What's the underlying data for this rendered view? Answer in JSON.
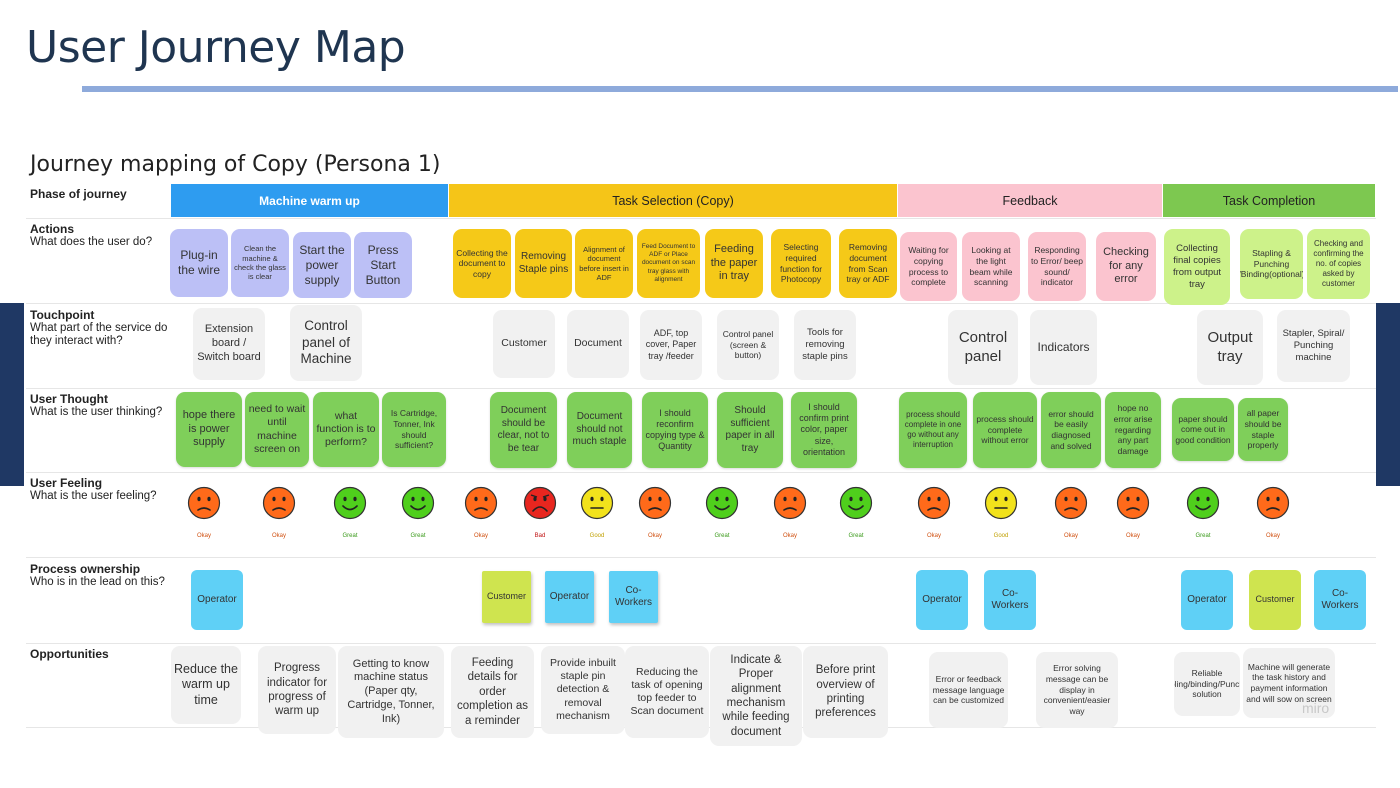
{
  "title": "User Journey Map",
  "subtitle": "Journey mapping of Copy (Persona 1)",
  "rows": {
    "phase": {
      "label": "Phase of journey"
    },
    "actions": {
      "label": "Actions",
      "question": "What does the user do?"
    },
    "touchpoint": {
      "label": "Touchpoint",
      "question": "What part of the service do they interact with?"
    },
    "thought": {
      "label": "User Thought",
      "question": "What is the user thinking?"
    },
    "feeling": {
      "label": "User Feeling",
      "question": "What is the user feeling?"
    },
    "ownership": {
      "label": "Process ownership",
      "question": "Who is in the lead on this?"
    },
    "opportunities": {
      "label": "Opportunities"
    }
  },
  "phases": [
    {
      "label": "Machine warm up",
      "color": "#2e9cf0"
    },
    {
      "label": "Task Selection (Copy)",
      "color": "#f5c518"
    },
    {
      "label": "Feedback",
      "color": "#fbc4cf"
    },
    {
      "label": "Task Completion",
      "color": "#7dc850"
    }
  ],
  "actions": [
    "Plug-in the wire",
    "Clean the machine & check the glass is clear",
    "Start the power supply",
    "Press Start Button",
    "Collecting the document to copy",
    "Removing Staple pins",
    "Alignment of document before insert in ADF",
    "Feed Document to ADF or Place document on scan tray glass with alignment",
    "Feeding the paper in tray",
    "Selecting required function for Photocopy",
    "Removing document from Scan tray or ADF",
    "Waiting for copying process to complete",
    "Looking at the light beam while scanning",
    "Responding to Error/ beep sound/ indicator",
    "Checking for any error",
    "Collecting final copies from output tray",
    "Stapling & Punching /Binding(optional)",
    "Checking and confirming the no. of copies asked by customer"
  ],
  "touchpoints": [
    "Extension board / Switch board",
    "Control panel of Machine",
    "Customer",
    "Document",
    "ADF, top cover, Paper tray /feeder",
    "Control panel (screen & button)",
    "Tools for removing staple pins",
    "Control panel",
    "Indicators",
    "Output tray",
    "Stapler, Spiral/ Punching machine"
  ],
  "thoughts": [
    "hope there is power supply",
    "need to wait until machine screen on",
    "what function is to perform?",
    "Is Cartridge, Tonner, Ink should sufficient?",
    "Document should be clear, not to be tear",
    "Document should not much staple",
    "I should reconfirm copying type & Quantity",
    "Should sufficient paper in all tray",
    "I should confirm print color, paper size, orientation",
    "process should complete in one go without any interruption",
    "process should complete without error",
    "error should be easily diagnosed and solved",
    "hope no error arise regarding any part damage",
    "paper should come out in good condition",
    "all paper should be staple properly"
  ],
  "feelings": [
    {
      "mood": "okay",
      "label": "Okay",
      "color": "#ff6a1a"
    },
    {
      "mood": "okay",
      "label": "Okay",
      "color": "#ff6a1a"
    },
    {
      "mood": "great",
      "label": "Great",
      "color": "#4fcf1c"
    },
    {
      "mood": "great",
      "label": "Great",
      "color": "#4fcf1c"
    },
    {
      "mood": "okay",
      "label": "Okay",
      "color": "#ff6a1a"
    },
    {
      "mood": "bad",
      "label": "Bad",
      "color": "#e8261f"
    },
    {
      "mood": "good",
      "label": "Good",
      "color": "#f2e21c"
    },
    {
      "mood": "okay",
      "label": "Okay",
      "color": "#ff6a1a"
    },
    {
      "mood": "great",
      "label": "Great",
      "color": "#4fcf1c"
    },
    {
      "mood": "okay",
      "label": "Okay",
      "color": "#ff6a1a"
    },
    {
      "mood": "great",
      "label": "Great",
      "color": "#4fcf1c"
    },
    {
      "mood": "okay",
      "label": "Okay",
      "color": "#ff6a1a"
    },
    {
      "mood": "good",
      "label": "Good",
      "color": "#f2e21c"
    },
    {
      "mood": "okay",
      "label": "Okay",
      "color": "#ff6a1a"
    },
    {
      "mood": "okay",
      "label": "Okay",
      "color": "#ff6a1a"
    },
    {
      "mood": "great",
      "label": "Great",
      "color": "#4fcf1c"
    },
    {
      "mood": "okay",
      "label": "Okay",
      "color": "#ff6a1a"
    }
  ],
  "owners": [
    "Operator",
    "Customer",
    "Operator",
    "Co-Workers",
    "Operator",
    "Co-Workers",
    "Operator",
    "Customer",
    "Co-Workers"
  ],
  "opportunities": [
    "Reduce the warm up time",
    "Progress indicator for progress of warm up",
    "Getting to know machine status (Paper qty, Cartridge, Tonner, Ink)",
    "Feeding details for order completion as a reminder",
    "Provide inbuilt staple pin detection & removal mechanism",
    "Reducing the task of opening top feeder to Scan document",
    "Indicate & Proper alignment mechanism while feeding document",
    "Before print overview of printing preferences",
    "Error or feedback message language can be customized",
    "Error solving message can be display in convenient/easier way",
    "Reliable stapling/binding/Punching solution",
    "Machine will generate the task history and payment information and will sow on screen"
  ],
  "watermark": "miro"
}
